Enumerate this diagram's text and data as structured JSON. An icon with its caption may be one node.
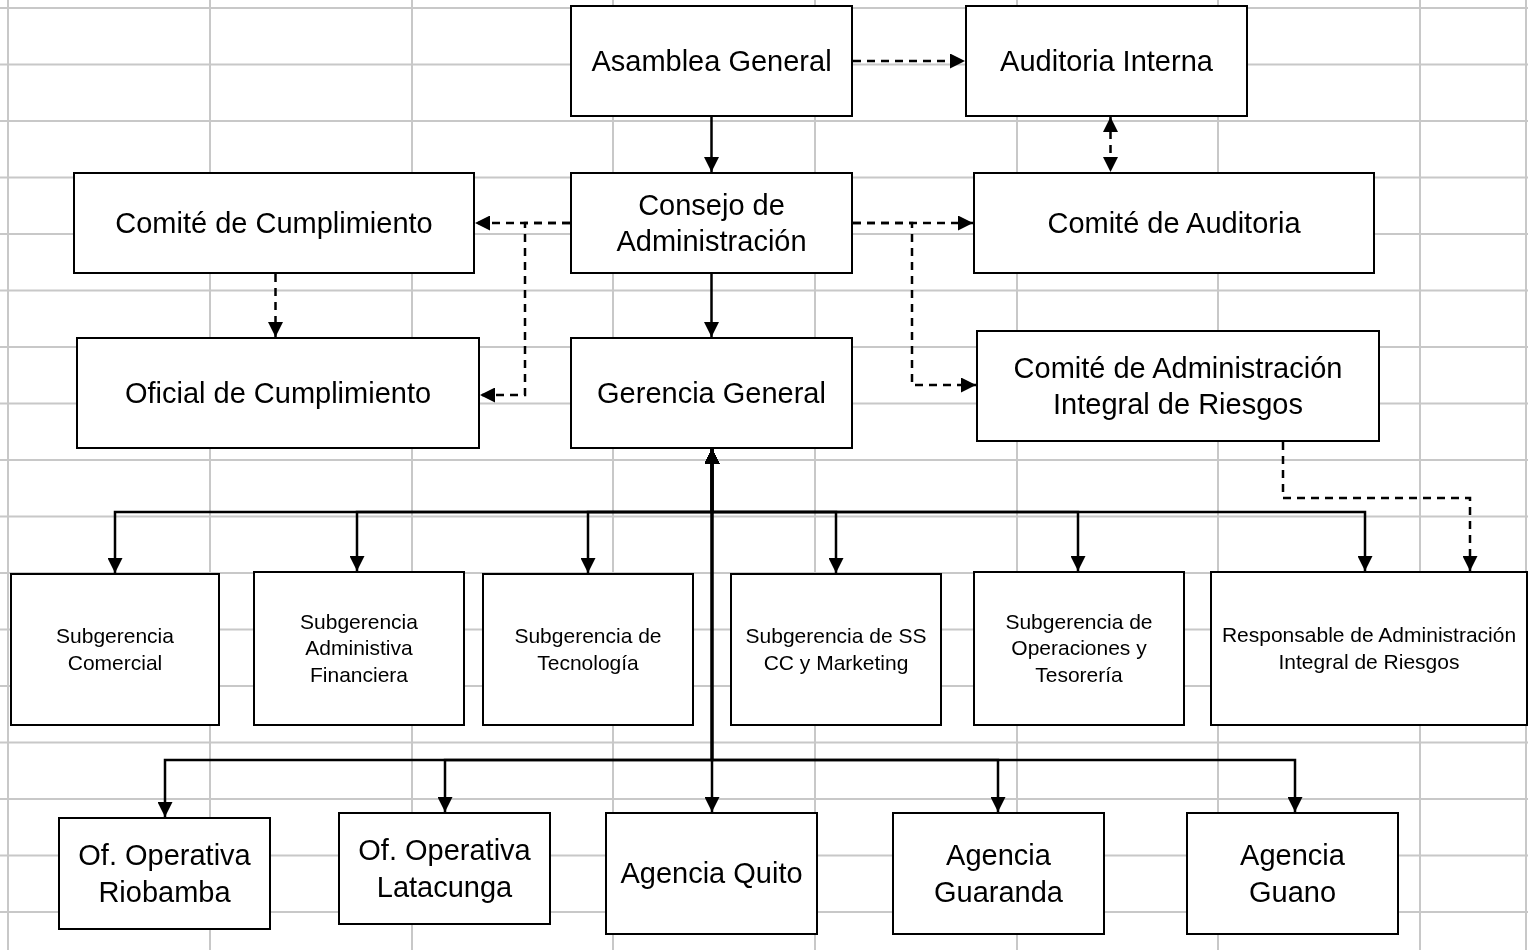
{
  "diagram": {
    "nodes": [
      {
        "text": [
          "Asamblea General"
        ]
      },
      {
        "text": [
          "Auditoria Interna"
        ]
      },
      {
        "text": [
          "Comité de Cumplimiento"
        ]
      },
      {
        "text": [
          "Consejo de Administración"
        ]
      },
      {
        "text": [
          "Comité de Auditoria"
        ]
      },
      {
        "text": [
          "Oficial de Cumplimiento"
        ]
      },
      {
        "text": [
          "Gerencia General"
        ]
      },
      {
        "text": [
          "Comité de Administración Integral de Riesgos"
        ]
      },
      {
        "text": [
          "Subgerencia Comercial"
        ]
      },
      {
        "text": [
          "Subgerencia Administiva Financiera"
        ]
      },
      {
        "text": [
          "Subgerencia de Tecnología"
        ]
      },
      {
        "text": [
          "Subgerencia de SS CC y Marketing"
        ]
      },
      {
        "text": [
          "Subgerencia de Operaciones y Tesorería"
        ]
      },
      {
        "text": [
          "Responsable de Administración Integral de Riesgos"
        ]
      },
      {
        "text": [
          "Of. Operativa Riobamba"
        ]
      },
      {
        "text": [
          "Of. Operativa Latacunga"
        ]
      },
      {
        "text": [
          "Agencia Quito"
        ]
      },
      {
        "text": [
          "Agencia Guaranda"
        ]
      },
      {
        "text": [
          "Agencia Guano"
        ]
      }
    ],
    "edges": [
      {
        "from": 0,
        "to": 1,
        "arrow": "to",
        "style": "dashed"
      },
      {
        "from": 0,
        "to": 3,
        "arrow": "to"
      },
      {
        "from": 1,
        "to": 4,
        "arrow": "both",
        "style": "dashed"
      },
      {
        "from": 3,
        "to": 2,
        "arrow": "to",
        "style": "dashed"
      },
      {
        "from": 3,
        "to": 5,
        "arrow": "to",
        "style": "dashed"
      },
      {
        "from": 3,
        "to": 4,
        "arrow": "to",
        "style": "dashed"
      },
      {
        "from": 3,
        "to": 7,
        "arrow": "to",
        "style": "dashed"
      },
      {
        "from": 2,
        "to": 5,
        "arrow": "to",
        "style": "dashed"
      },
      {
        "from": 3,
        "to": 6,
        "arrow": "to"
      },
      {
        "from": 7,
        "to": 13,
        "arrow": "to",
        "style": "dashed"
      },
      {
        "from": 6,
        "to": 8,
        "arrow": "both"
      },
      {
        "from": 6,
        "to": 9,
        "arrow": "both"
      },
      {
        "from": 6,
        "to": 10,
        "arrow": "both"
      },
      {
        "from": 6,
        "to": 11,
        "arrow": "both"
      },
      {
        "from": 6,
        "to": 12,
        "arrow": "both"
      },
      {
        "from": 6,
        "to": 13,
        "arrow": "both"
      },
      {
        "from": 6,
        "to": 14,
        "arrow": "both"
      },
      {
        "from": 6,
        "to": 15,
        "arrow": "both"
      },
      {
        "from": 6,
        "to": 16,
        "arrow": "both"
      },
      {
        "from": 6,
        "to": 17,
        "arrow": "both"
      },
      {
        "from": 6,
        "to": 18,
        "arrow": "both"
      }
    ]
  }
}
